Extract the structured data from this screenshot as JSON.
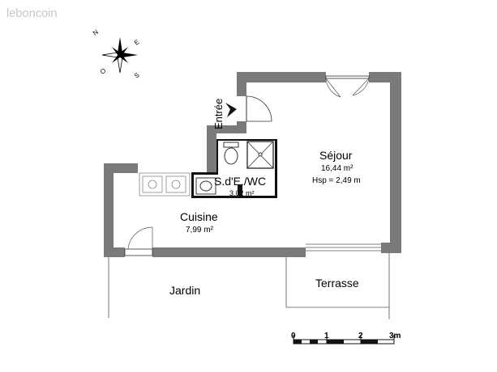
{
  "watermark": "leboncoin",
  "compass": {
    "n": "N",
    "e": "E",
    "s": "S",
    "o": "O"
  },
  "rooms": {
    "sejour": {
      "name": "Séjour",
      "area": "16,44 m²",
      "height": "Hsp = 2,49 m"
    },
    "sde": {
      "name": "S.d'E./WC",
      "area": "3,02 m²"
    },
    "cuisine": {
      "name": "Cuisine",
      "area": "7,99 m²"
    },
    "entree": "Entrée",
    "jardin": "Jardin",
    "terrasse": "Terrasse"
  },
  "scale": {
    "ticks": [
      "0",
      "1",
      "2",
      "3m"
    ]
  },
  "colors": {
    "wall": "#7a7a7a",
    "wall_dark": "#111111",
    "line": "#555555"
  }
}
